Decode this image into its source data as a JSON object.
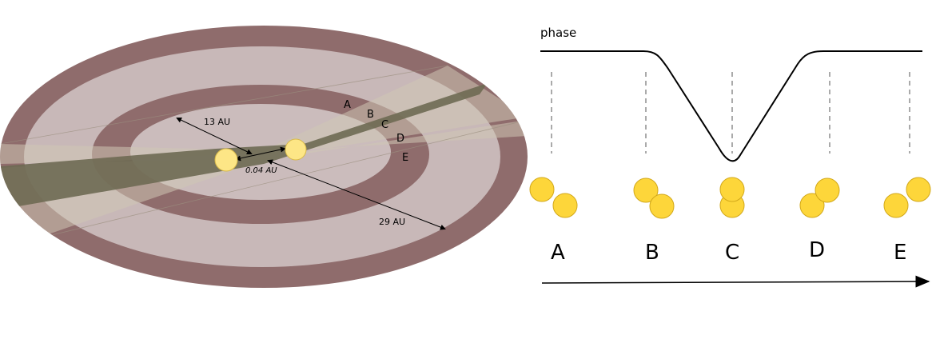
{
  "disk": {
    "colors": {
      "ring": "#8f6c6c",
      "gap": "#c8b8b8",
      "inner": "#cbbcbc",
      "shadow": "#6e6a53",
      "shadow_light": "#cfc6b4",
      "star": "#fde686",
      "star_stroke": "#d8b94a"
    },
    "phase_labels": [
      "A",
      "B",
      "C",
      "D",
      "E"
    ],
    "distances": {
      "inner_ring": "13 AU",
      "binary_separation": "0.04 AU",
      "outer_ring": "29 AU"
    }
  },
  "phase_panel": {
    "ylabel": "phase",
    "phases": [
      "A",
      "B",
      "C",
      "D",
      "E"
    ],
    "colors": {
      "star": "#fdd63a",
      "star_stroke": "#d2a81a",
      "curve": "#000000"
    }
  }
}
